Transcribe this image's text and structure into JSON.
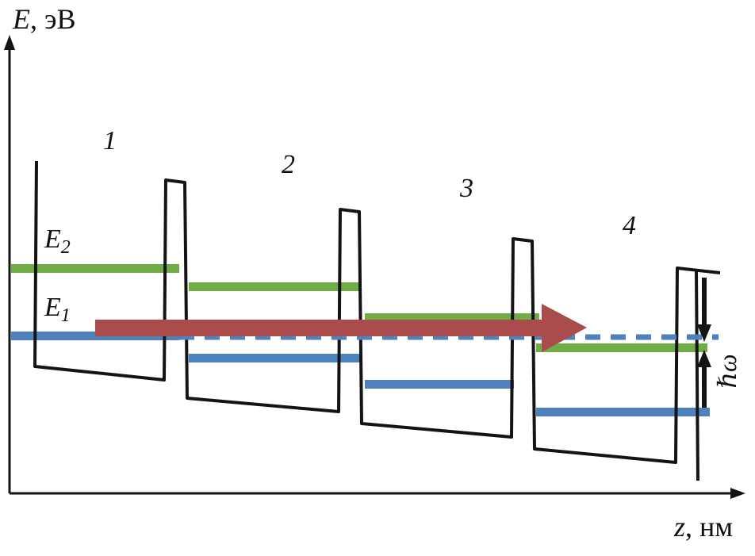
{
  "figure": {
    "y_axis": {
      "symbol": "E",
      "unit": ", эВ"
    },
    "x_axis": {
      "symbol": "z",
      "unit": ", нм"
    },
    "wells": [
      {
        "label": "1"
      },
      {
        "label": "2"
      },
      {
        "label": "3"
      },
      {
        "label": "4"
      }
    ],
    "levels": {
      "e2": {
        "base": "E",
        "sub": "2",
        "meaning": "upper level"
      },
      "e1": {
        "base": "E",
        "sub": "1",
        "meaning": "lower level"
      }
    },
    "photon_label": "ℏω",
    "colors": {
      "level_upper": "#71ad47",
      "level_lower": "#4f81bd",
      "transport_arrow": "#a94c4b",
      "outline": "#141414"
    }
  }
}
